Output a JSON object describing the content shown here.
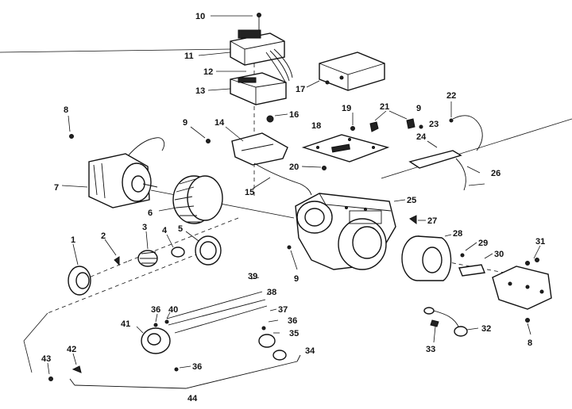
{
  "callouts": {
    "n1": "1",
    "n2": "2",
    "n3": "3",
    "n4": "4",
    "n5": "5",
    "n6": "6",
    "n7": "7",
    "n8a": "8",
    "n8b": "8",
    "n9a": "9",
    "n9b": "9",
    "n9c": "9",
    "n10": "10",
    "n11": "11",
    "n12": "12",
    "n13": "13",
    "n14": "14",
    "n15": "15",
    "n16": "16",
    "n17": "17",
    "n18": "18",
    "n19": "19",
    "n20": "20",
    "n21": "21",
    "n22": "22",
    "n23": "23",
    "n24": "24",
    "n25": "25",
    "n26": "26",
    "n27": "27",
    "n28": "28",
    "n29": "29",
    "n30": "30",
    "n31": "31",
    "n32": "32",
    "n33": "33",
    "n34": "34",
    "n35": "35",
    "n36a": "36",
    "n36b": "36",
    "n36c": "36",
    "n37": "37",
    "n38": "38",
    "n39": "39",
    "n40": "40",
    "n41": "41",
    "n42": "42",
    "n43": "43",
    "n44": "44"
  },
  "colors": {
    "ink": "#111111",
    "paper": "#ffffff"
  }
}
